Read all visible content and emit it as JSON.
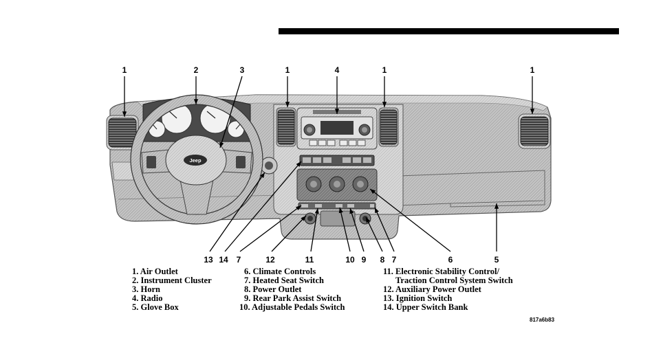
{
  "colors": {
    "rule": "#000000",
    "dashboard": "#c4c4c4",
    "leader_lines": "#000000"
  },
  "diagram": {
    "logo_text": "Jeep",
    "callouts_top": [
      "1",
      "2",
      "3",
      "1",
      "4",
      "1",
      "1"
    ],
    "callouts_bottom": [
      "13",
      "14",
      "7",
      "12",
      "11",
      "10",
      "9",
      "8",
      "7",
      "6",
      "5"
    ]
  },
  "legend": {
    "col1": [
      "1. Air Outlet",
      "2. Instrument Cluster",
      "3. Horn",
      "4. Radio",
      "5. Glove Box"
    ],
    "col2": [
      "6. Climate Controls",
      "7. Heated Seat Switch",
      "8. Power Outlet",
      "9. Rear Park Assist Switch",
      "10. Adjustable Pedals Switch"
    ],
    "col3": [
      "11. Electronic Stability Control/",
      "Traction Control System Switch",
      "12. Auxiliary Power Outlet",
      "13. Ignition Switch",
      "14. Upper Switch Bank"
    ]
  },
  "figure_code": "817a6b83"
}
